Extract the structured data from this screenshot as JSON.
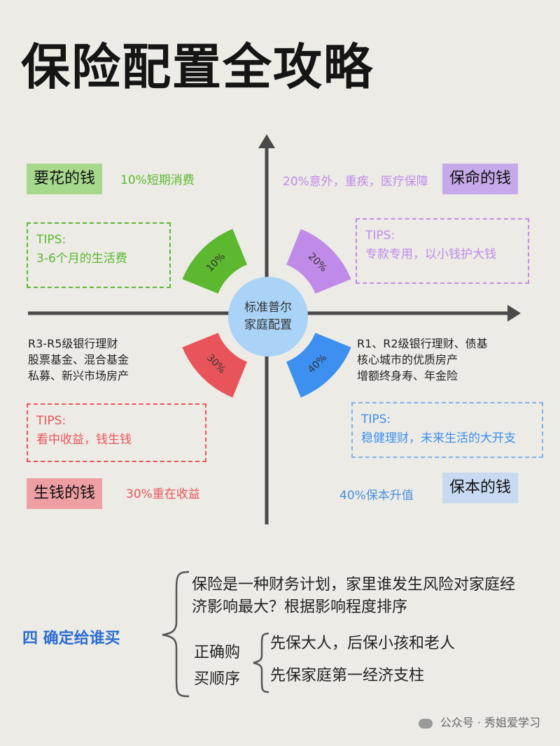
{
  "title": "保险配置全攻略",
  "center": {
    "line1": "标准普尔",
    "line2": "家庭配置"
  },
  "quadrants": {
    "top_left": {
      "label": "要花的钱",
      "pct_text": "10%短期消费",
      "wedge_label": "10%",
      "tips_title": "TIPS:",
      "tips_text": "3-6个月的生活费",
      "color": "#5cb82f",
      "label_bg": "#a6d98c"
    },
    "top_right": {
      "label": "保命的钱",
      "pct_text": "20%意外，重疾，医疗保障",
      "wedge_label": "20%",
      "tips_title": "TIPS:",
      "tips_text": "专款专用，以小钱护大钱",
      "color": "#c08ae8",
      "label_bg": "#c6a9ea"
    },
    "bottom_left": {
      "label": "生钱的钱",
      "pct_text": "30%重在收益",
      "wedge_label": "30%",
      "tips_title": "TIPS:",
      "tips_text": "看中收益，钱生钱",
      "desc": [
        "R3-R5级银行理财",
        "股票基金、混合基金",
        "私募、新兴市场房产"
      ],
      "color": "#e8545a",
      "label_bg": "#ee9fa2"
    },
    "bottom_right": {
      "label": "保本的钱",
      "pct_text": "40%保本升值",
      "wedge_label": "40%",
      "tips_title": "TIPS:",
      "tips_text": "稳健理财，未来生活的大开支",
      "desc": [
        "R1、R2级银行理财、债基",
        "核心城市的优质房产",
        "增额终身寿、年金险"
      ],
      "color": "#3d8ff0",
      "label_bg": "#c7daf1"
    }
  },
  "section": {
    "heading": "四 确定给谁买",
    "line1": "保险是一种财务计划，家里谁发生风险对家庭经",
    "line2": "济影响最大？根据影响程度排序",
    "order_label_1": "正确购",
    "order_label_2": "买顺序",
    "order_1": "先保大人，后保小孩和老人",
    "order_2": "先保家庭第一经济支柱"
  },
  "footer": "公众号 · 秀姐爱学习"
}
